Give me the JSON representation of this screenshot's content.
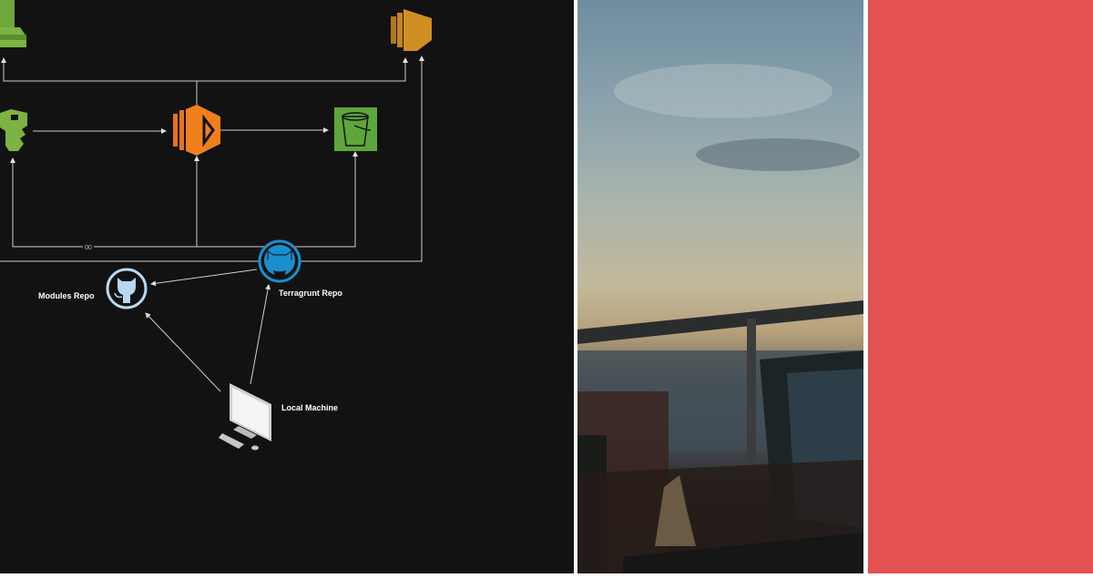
{
  "diagram": {
    "nodes": {
      "modules_repo": "Modules Repo",
      "terragrunt_repo": "Terragrunt Repo",
      "local_machine": "Local Machine"
    },
    "edge_label": "00",
    "icons": [
      "aws-green-service-icon",
      "aws-kms-key-icon",
      "aws-lambda-icon",
      "aws-s3-bucket-icon",
      "aws-ec2-orange-icon",
      "github-icon",
      "desktop-computer-icon"
    ]
  },
  "colors": {
    "diagram_background": "#121212",
    "lambda_orange": "#e8731c",
    "s3_green": "#5ea63a",
    "github_blue": "#1a8fd0",
    "accent_panel": "#e35151"
  }
}
